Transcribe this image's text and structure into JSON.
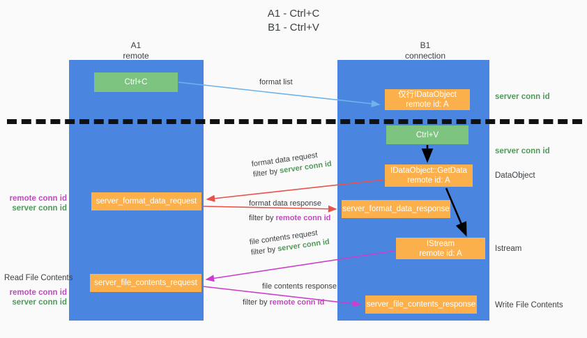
{
  "title": "A1 - Ctrl+C\nB1 - Ctrl+V",
  "colors": {
    "lane": "#4a86e0",
    "green_box": "#7cc47f",
    "orange_box": "#fbb04c",
    "server_conn_id": "#4f9a5a",
    "remote_conn_id": "#c04ac0",
    "page_background": "#fafafa",
    "dashed_line": "#111111",
    "arrow_format_list": "#6fb3e8",
    "arrow_format_data": "#e8524a",
    "arrow_file_contents": "#cc3fcc",
    "arrow_vertical": "#000000"
  },
  "columns": {
    "left": "A1\nremote",
    "right": "B1\nconnection"
  },
  "boxes": {
    "ctrl_c": "Ctrl+C",
    "idataobject": "仅行IDataObject\nremote id: A",
    "ctrl_v": "Ctrl+V",
    "getdata": "IDataObject::GetData\nremote id: A",
    "server_format_data_request": "server_format_data_request",
    "server_format_data_response": "server_format_data_response",
    "istream": "IStream\nremote id: A",
    "server_file_contents_request": "server_file_contents_request",
    "server_file_contents_response": "server_file_contents_response"
  },
  "right_labels": {
    "server_conn_id_1": "server conn id",
    "server_conn_id_2": "server conn id",
    "dataobject": "DataObject",
    "istream": "Istream",
    "write_file_contents": "Write File Contents"
  },
  "left_labels": {
    "remote_conn_id_1": "remote conn id",
    "server_conn_id_1": "server conn id",
    "read_file_contents": "Read File Contents",
    "remote_conn_id_2": "remote conn id",
    "server_conn_id_2": "server conn id"
  },
  "captions": {
    "format_list": "format list",
    "format_data_request": "format data request",
    "format_data_request_filter_prefix": "filter by ",
    "format_data_request_filter_value": "server conn id",
    "format_data_response": "format data response",
    "format_data_response_filter_prefix": "filter by ",
    "format_data_response_filter_value": "remote conn id",
    "file_contents_request": "file contents request",
    "file_contents_request_filter_prefix": "filter by ",
    "file_contents_request_filter_value": "server conn id",
    "file_contents_response": "file contents response",
    "file_contents_response_filter_prefix": "filter by ",
    "file_contents_response_filter_value": "remote conn id"
  }
}
